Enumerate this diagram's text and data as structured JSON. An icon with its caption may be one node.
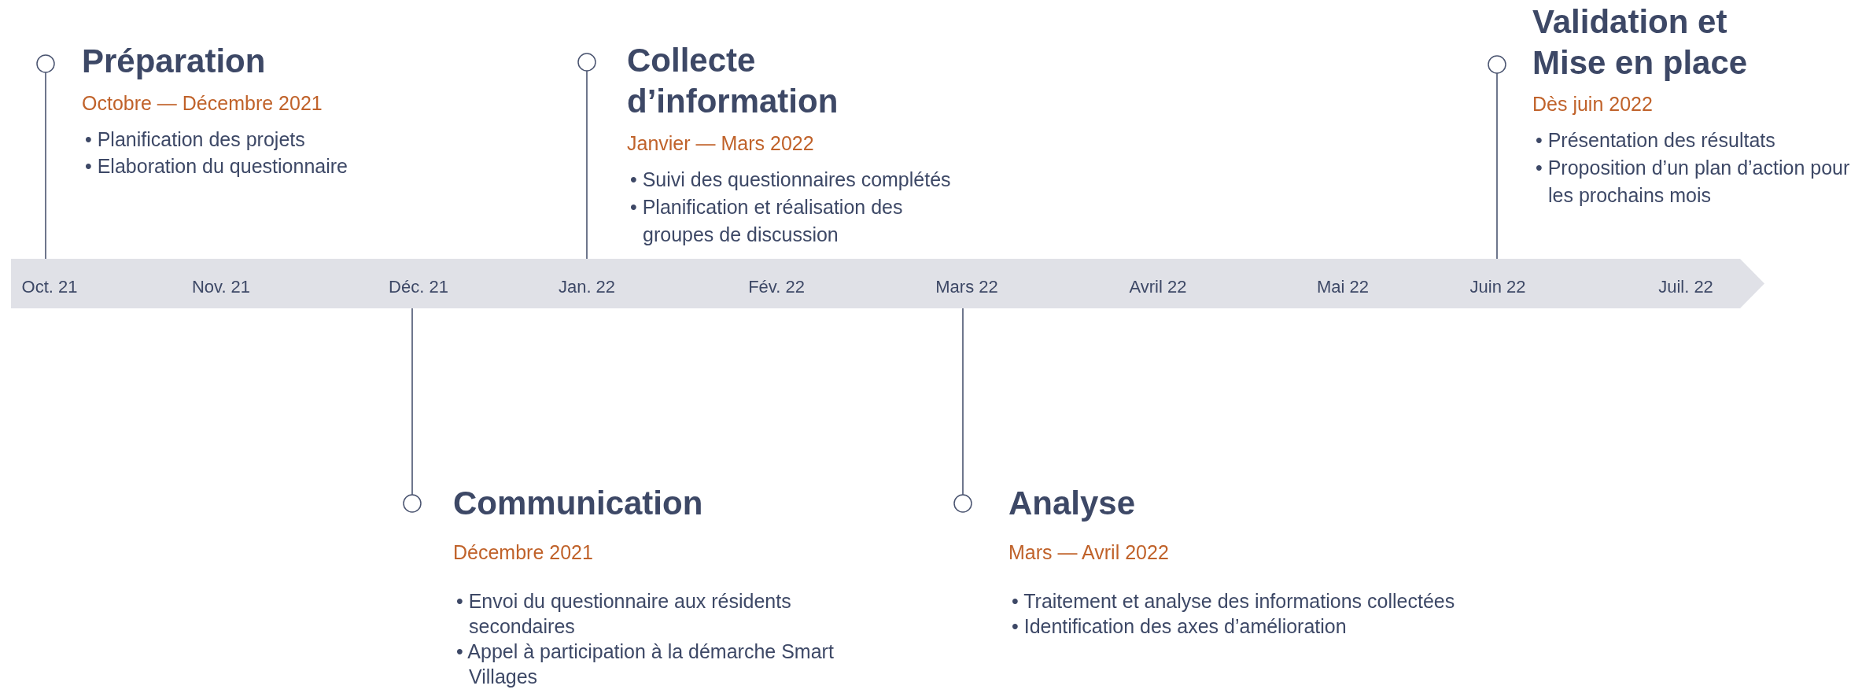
{
  "diagram": {
    "nodes": [
      {
        "text": [],
        "shape": "bar"
      },
      {
        "text": [],
        "shape": "circle"
      },
      {
        "text": [
          "Préparation",
          "Octobre — Décembre 2021",
          "• Planification des projets",
          "• Elaboration du questionnaire"
        ]
      },
      {
        "text": [],
        "shape": "circle"
      },
      {
        "text": [
          "Collecte d’information",
          "Janvier — Mars 2022",
          "• Suivi des questionnaires complétés",
          "• Planification et réalisation des groupes de discussion"
        ]
      },
      {
        "text": [],
        "shape": "circle"
      },
      {
        "text": [
          "Validation et Mise en place",
          "Dès juin 2022",
          "• Présentation des résultats",
          "• Proposition d’un plan d’action pour les prochains mois"
        ]
      },
      {
        "text": [],
        "shape": "circle"
      },
      {
        "text": [
          "Communication",
          "Décembre 2021",
          "• Envoi du questionnaire aux résidents secondaires",
          "• Appel à participation à la démarche Smart Villages"
        ]
      },
      {
        "text": [],
        "shape": "circle"
      },
      {
        "text": [
          "Analyse",
          "Mars — Avril 2022",
          "• Traitement et analyse des informations collectées",
          "• Identification des axes d’amélioration"
        ]
      }
    ],
    "edges": [
      {
        "from": 1,
        "to": 0,
        "arrow": "none"
      },
      {
        "from": 3,
        "to": 0,
        "arrow": "none"
      },
      {
        "from": 5,
        "to": 0,
        "arrow": "none"
      },
      {
        "from": 7,
        "to": 0,
        "arrow": "none"
      },
      {
        "from": 9,
        "to": 0,
        "arrow": "none"
      }
    ],
    "labels": [
      "Oct. 21",
      "Nov. 21",
      "Déc. 21",
      "Jan. 22",
      "Fév. 22",
      "Mars 22",
      "Avril 22",
      "Mai 22",
      "Juin 22",
      "Juil. 22"
    ]
  }
}
